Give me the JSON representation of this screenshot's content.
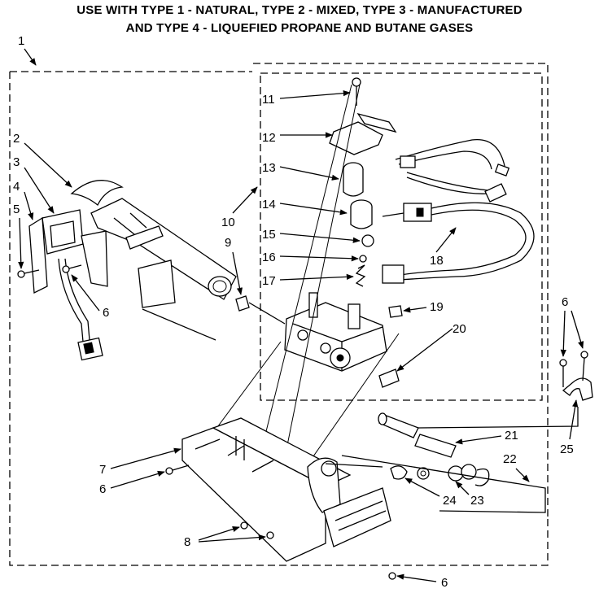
{
  "header": {
    "line1": "USE WITH TYPE 1 - NATURAL, TYPE 2 - MIXED, TYPE 3 - MANUFACTURED",
    "line2": "AND TYPE 4 - LIQUEFIED PROPANE AND BUTANE GASES"
  },
  "callouts": {
    "c1": "1",
    "c2": "2",
    "c3": "3",
    "c4": "4",
    "c5": "5",
    "c6_left": "6",
    "c6_right": "6",
    "c6_mid": "6",
    "c6_bottom": "6",
    "c7": "7",
    "c8": "8",
    "c9": "9",
    "c10": "10",
    "c11": "11",
    "c12": "12",
    "c13": "13",
    "c14": "14",
    "c15": "15",
    "c16": "16",
    "c17": "17",
    "c18": "18",
    "c19": "19",
    "c20": "20",
    "c21": "21",
    "c22": "22",
    "c23": "23",
    "c24": "24",
    "c25": "25"
  }
}
